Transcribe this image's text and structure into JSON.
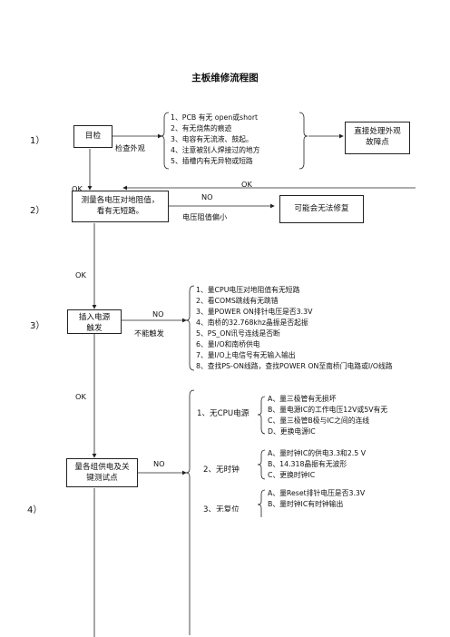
{
  "title": "主板维修流程图",
  "steps": [
    "1）",
    "2）",
    "3）",
    "4）"
  ],
  "step1": {
    "box": "目检",
    "label": "检查外观",
    "items": [
      "1、PCB 有无 open或short",
      "2、有无烧焦的痕迹",
      "3、电容有无流液、鼓起。",
      "4、注意被别人焊接过的地方",
      "5、插槽内有无异物或短路"
    ],
    "right_box": "直接处理外观故障点",
    "ok": "OK",
    "ok_back": "OK"
  },
  "step2": {
    "box": "测量各电压对地阻值，看有无短路。",
    "no": "NO",
    "label": "电压阻值偏小",
    "right_box": "可能会无法修复",
    "ok": "OK"
  },
  "step3": {
    "box": "插入电源触发",
    "no": "NO",
    "label": "不能触发",
    "items": [
      "1、量CPU电压对地阻值有无短路",
      "2、看COMS跳线有无跳错",
      "3、量POWER ON排针电压是否3.3V",
      "4、南桥的32.768khz晶振是否起振",
      "5、PS_ON讯号连线是否断",
      "6、量I/O和南桥供电",
      "7、量I/O上电信号有无输入输出",
      "8、查找PS-ON线路，查找POWER ON至南桥门电路或I/O线路"
    ],
    "ok": "OK"
  },
  "step4": {
    "box": "量各组供电及关键测试点",
    "no": "NO",
    "branches": [
      {
        "label": "1、无CPU电源",
        "items": [
          "A、量三极管有无损坏",
          "B、量电源IC的工作电压12V或5V有无",
          "C、量三极管B极与IC之间的连线",
          "D、更换电源IC"
        ]
      },
      {
        "label": "2、无时钟",
        "items": [
          "A、量时钟IC的供电3.3和2.5 V",
          "B、14.318晶振有无波形",
          "C、更换时钟IC"
        ]
      },
      {
        "label": "3、无复位",
        "items": [
          "A、量Reset排针电压是否3.3V",
          "B、量时钟IC有时钟输出"
        ]
      }
    ]
  }
}
